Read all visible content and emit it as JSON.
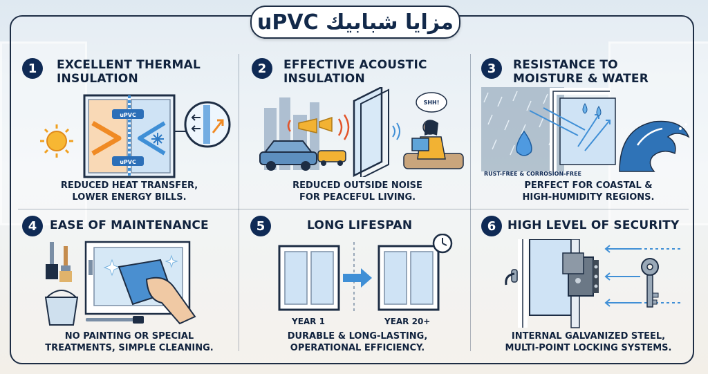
{
  "title": "مزايا شبابيك uPVC",
  "panels": [
    {
      "number": "1",
      "title_line1": "EXCELLENT THERMAL",
      "title_line2": "INSULATION",
      "caption_line1": "REDUCED HEAT TRANSFER,",
      "caption_line2": "LOWER ENERGY BILLS.",
      "labels": {
        "upvc_top": "uPVC",
        "upvc_bottom": "uPVC"
      }
    },
    {
      "number": "2",
      "title_line1": "EFFECTIVE ACOUSTIC",
      "title_line2": "INSULATION",
      "caption_line1": "REDUCED OUTSIDE NOISE",
      "caption_line2": "FOR PEACEFUL LIVING.",
      "labels": {
        "speech": "SHH!"
      }
    },
    {
      "number": "3",
      "title_line1": "RESISTANCE TO",
      "title_line2": "MOISTURE & WATER",
      "caption_line1": "PERFECT FOR COASTAL &",
      "caption_line2": "HIGH-HUMIDITY REGIONS.",
      "labels": {
        "note": "RUST-FREE & CORROSION-FREE"
      }
    },
    {
      "number": "4",
      "title_line1": "EASE OF MAINTENANCE",
      "title_line2": "",
      "caption_line1": "NO PAINTING OR SPECIAL",
      "caption_line2": "TREATMENTS, SIMPLE CLEANING."
    },
    {
      "number": "5",
      "title_line1": "LONG LIFESPAN",
      "title_line2": "",
      "caption_line1": "DURABLE & LONG-LASTING,",
      "caption_line2": "OPERATIONAL EFFICIENCY.",
      "labels": {
        "year_start": "YEAR 1",
        "year_end": "YEAR 20+"
      }
    },
    {
      "number": "6",
      "title_line1": "HIGH LEVEL OF SECURITY",
      "title_line2": "",
      "caption_line1": "INTERNAL GALVANIZED STEEL,",
      "caption_line2": "MULTI-POINT LOCKING SYSTEMS."
    }
  ],
  "icons": [
    "sun-icon",
    "snowflake-icon",
    "car-icon",
    "trumpet-icon",
    "reading-person-icon",
    "rain-icon",
    "wave-icon",
    "water-drop-icon",
    "paint-brush-icon",
    "bucket-icon",
    "cloth-hand-icon",
    "clock-icon",
    "arrow-right-icon",
    "key-icon",
    "lock-icon"
  ],
  "colors": {
    "navy": "#0f2a55",
    "accent_orange": "#f08a24",
    "accent_blue": "#3f8fd6",
    "frame": "#1d2d44"
  }
}
